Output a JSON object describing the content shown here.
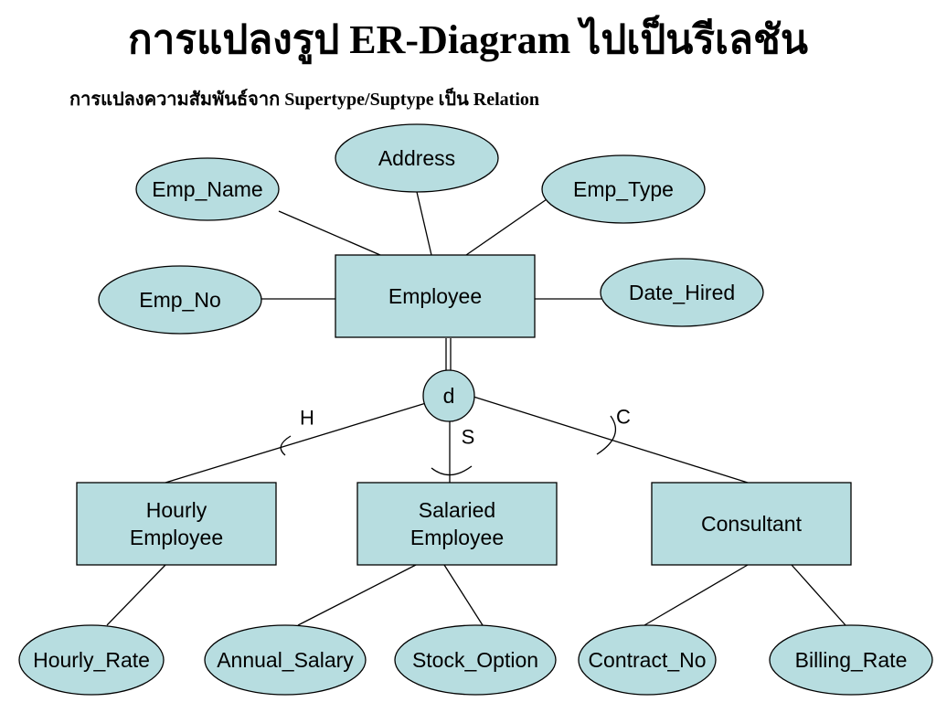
{
  "title": "การแปลงรูป ER-Diagram ไปเป็นรีเลชัน",
  "subtitle": "การแปลงความสัมพันธ์จาก Supertype/Suptype เป็น Relation",
  "colors": {
    "fill": "#b7dde0",
    "stroke": "#000000"
  },
  "supertype": {
    "name": "Employee",
    "attributes": [
      "Emp_Name",
      "Address",
      "Emp_Type",
      "Emp_No",
      "Date_Hired"
    ]
  },
  "disjoint_symbol": "d",
  "subtypes": [
    {
      "name_lines": [
        "Hourly",
        "Employee"
      ],
      "discriminator": "H",
      "attributes": [
        "Hourly_Rate"
      ]
    },
    {
      "name_lines": [
        "Salaried",
        "Employee"
      ],
      "discriminator": "S",
      "attributes": [
        "Annual_Salary",
        "Stock_Option"
      ]
    },
    {
      "name_lines": [
        "Consultant"
      ],
      "discriminator": "C",
      "attributes": [
        "Contract_No",
        "Billing_Rate"
      ]
    }
  ]
}
